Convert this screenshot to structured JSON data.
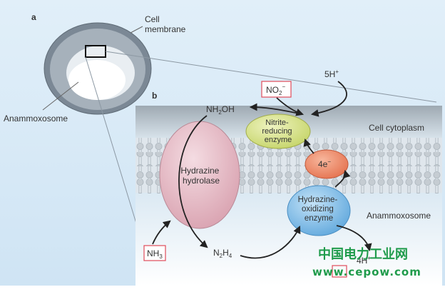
{
  "panel_a": {
    "label": "a",
    "cell_membrane": "Cell\nmembrane",
    "anammoxosome": "Anammoxosome"
  },
  "panel_b": {
    "label": "b",
    "cell_cytoplasm": "Cell cytoplasm",
    "anammoxosome": "Anammoxosome",
    "hydrazine_hydrolase": "Hydrazine\nhydrolase",
    "nitrite_reducing_enzyme": "Nitrite-\nreducing\nenzyme",
    "hydrazine_oxidizing_enzyme": "Hydrazine-\noxidizing\nenzyme",
    "electrons": {
      "base": "4e",
      "sup": "−"
    },
    "protons_5h": {
      "base": "5H",
      "sup": "+"
    },
    "protons_4h": {
      "base": "4H",
      "sup": "+"
    },
    "nh2oh": {
      "base": "NH",
      "sub": "2",
      "rest": "OH"
    },
    "no2": {
      "base": "NO",
      "sub": "2",
      "sup": "−"
    },
    "nh3": {
      "base": "NH",
      "sub": "3"
    },
    "n2h4": {
      "base": "N",
      "sub": "2",
      "mid": "H",
      "sub2": "4"
    }
  },
  "watermark": {
    "title": "中国电力工业网",
    "url": "www.cepow.com"
  },
  "colors": {
    "background": "#ffffff",
    "panel_b_bg": "#d4e8f7",
    "membrane_head": "#c7cdd2",
    "hydrazine_hydrolase": "#e7bcc6",
    "nitrite_reducing_enzyme": "#d6e48b",
    "electron_carrier": "#ee8c69",
    "hydrazine_oxidizing_enzyme": "#86c1ea",
    "box_outline": "#e04b5a",
    "watermark_green": "#1f9b4b"
  }
}
